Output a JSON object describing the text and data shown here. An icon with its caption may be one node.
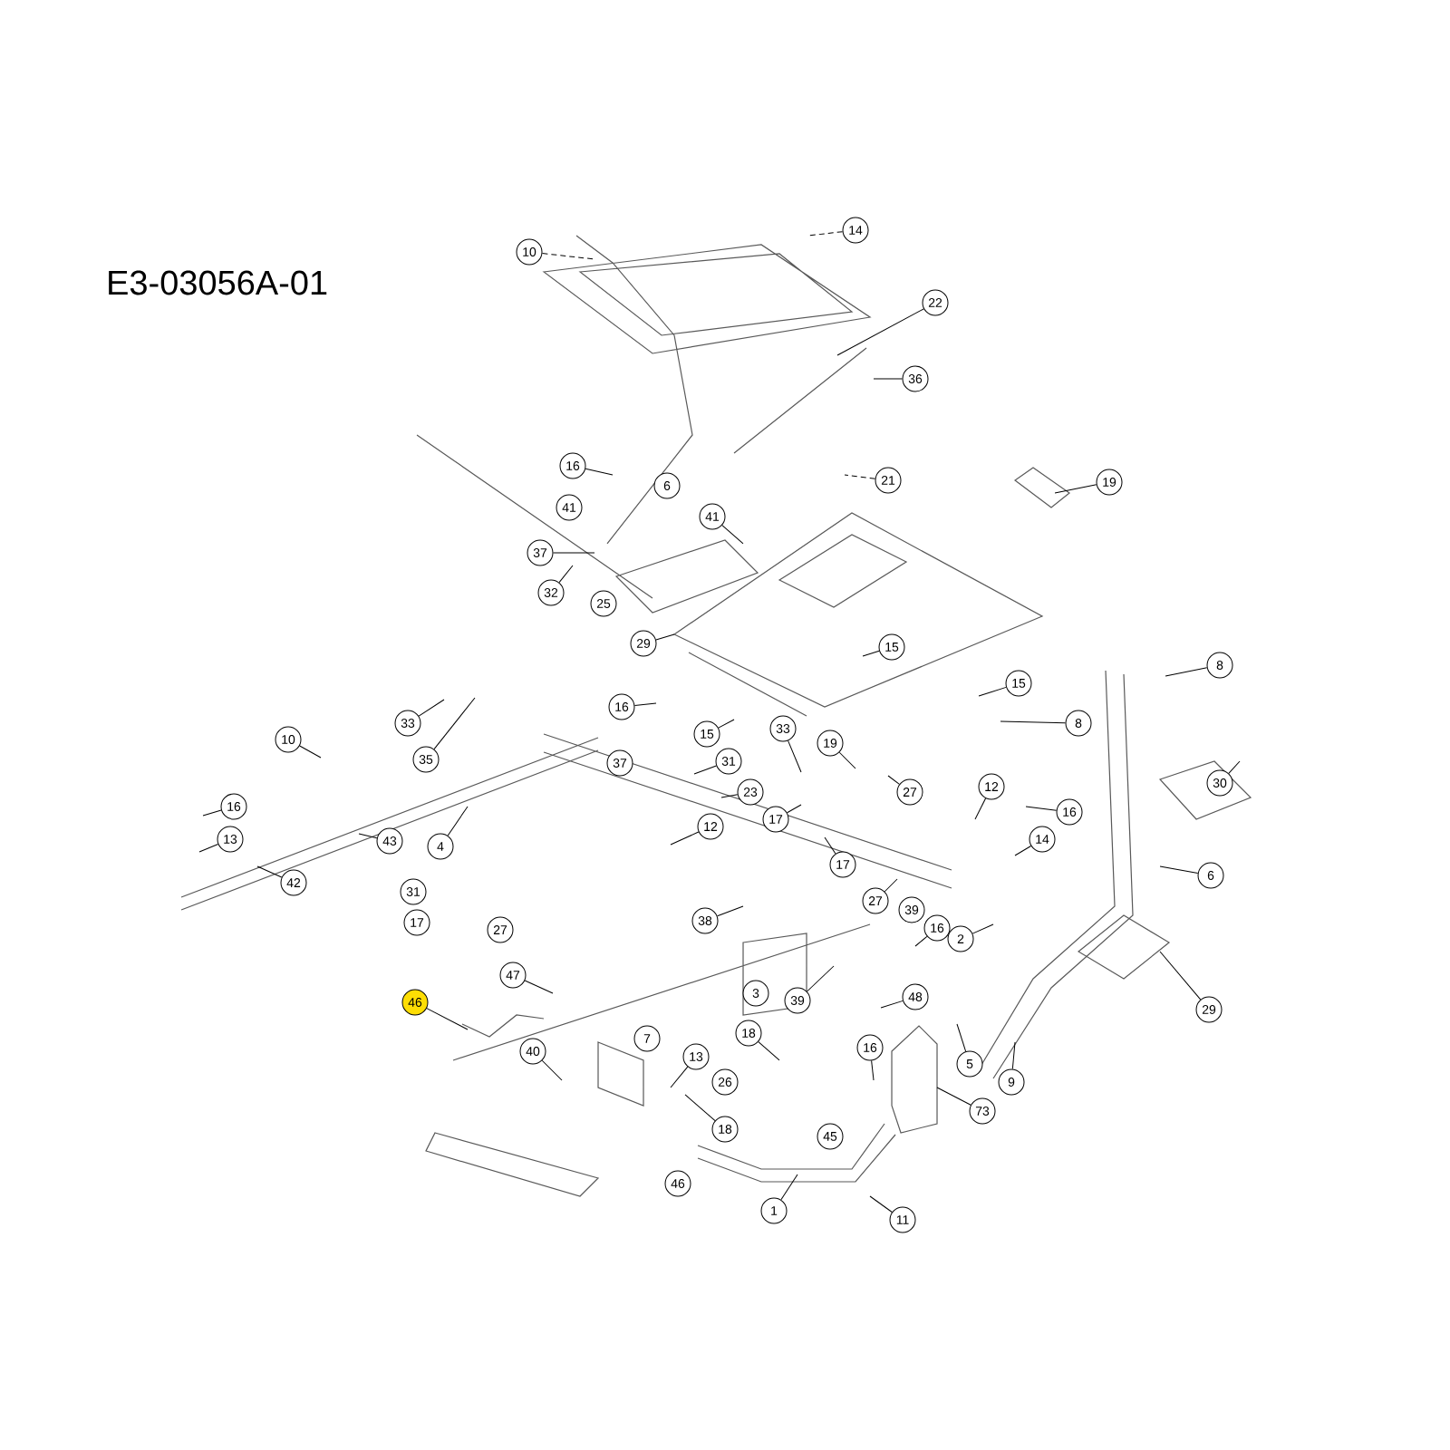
{
  "diagram": {
    "title": "E3-03056A-01",
    "nodes": [
      {
        "text": [
          "10"
        ]
      },
      {
        "text": [
          "14"
        ]
      },
      {
        "text": [
          "22"
        ]
      },
      {
        "text": [
          "36"
        ]
      },
      {
        "text": [
          "16"
        ]
      },
      {
        "text": [
          "6"
        ]
      },
      {
        "text": [
          "21"
        ]
      },
      {
        "text": [
          "41"
        ]
      },
      {
        "text": [
          "41"
        ]
      },
      {
        "text": [
          "19"
        ]
      },
      {
        "text": [
          "37"
        ]
      },
      {
        "text": [
          "32"
        ]
      },
      {
        "text": [
          "25"
        ]
      },
      {
        "text": [
          "29"
        ]
      },
      {
        "text": [
          "15"
        ]
      },
      {
        "text": [
          "16"
        ]
      },
      {
        "text": [
          "15"
        ]
      },
      {
        "text": [
          "8"
        ]
      },
      {
        "text": [
          "8"
        ]
      },
      {
        "text": [
          "33"
        ]
      },
      {
        "text": [
          "35"
        ]
      },
      {
        "text": [
          "10"
        ]
      },
      {
        "text": [
          "37"
        ]
      },
      {
        "text": [
          "15"
        ]
      },
      {
        "text": [
          "31"
        ]
      },
      {
        "text": [
          "33"
        ]
      },
      {
        "text": [
          "19"
        ]
      },
      {
        "text": [
          "30"
        ]
      },
      {
        "text": [
          "16"
        ]
      },
      {
        "text": [
          "13"
        ]
      },
      {
        "text": [
          "43"
        ]
      },
      {
        "text": [
          "42"
        ]
      },
      {
        "text": [
          "4"
        ]
      },
      {
        "text": [
          "23"
        ]
      },
      {
        "text": [
          "17"
        ]
      },
      {
        "text": [
          "27"
        ]
      },
      {
        "text": [
          "12"
        ]
      },
      {
        "text": [
          "16"
        ]
      },
      {
        "text": [
          "14"
        ]
      },
      {
        "text": [
          "12"
        ]
      },
      {
        "text": [
          "17"
        ]
      },
      {
        "text": [
          "6"
        ]
      },
      {
        "text": [
          "31"
        ]
      },
      {
        "text": [
          "17"
        ]
      },
      {
        "text": [
          "27"
        ]
      },
      {
        "text": [
          "38"
        ]
      },
      {
        "text": [
          "27"
        ]
      },
      {
        "text": [
          "39"
        ]
      },
      {
        "text": [
          "16"
        ]
      },
      {
        "text": [
          "2"
        ]
      },
      {
        "text": [
          "47"
        ]
      },
      {
        "text": [
          "3"
        ]
      },
      {
        "text": [
          "46"
        ]
      },
      {
        "text": [
          "39"
        ]
      },
      {
        "text": [
          "48"
        ]
      },
      {
        "text": [
          "29"
        ]
      },
      {
        "text": [
          "7"
        ]
      },
      {
        "text": [
          "18"
        ]
      },
      {
        "text": [
          "40"
        ]
      },
      {
        "text": [
          "13"
        ]
      },
      {
        "text": [
          "16"
        ]
      },
      {
        "text": [
          "5"
        ]
      },
      {
        "text": [
          "9"
        ]
      },
      {
        "text": [
          "26"
        ]
      },
      {
        "text": [
          "73"
        ]
      },
      {
        "text": [
          "18"
        ]
      },
      {
        "text": [
          "45"
        ]
      },
      {
        "text": [
          "46"
        ]
      },
      {
        "text": [
          "1"
        ]
      },
      {
        "text": [
          "11"
        ]
      }
    ],
    "edges": [
      {
        "from": 0,
        "to": null,
        "arrow": "none",
        "style": "dashed"
      },
      {
        "from": 1,
        "to": null,
        "arrow": "none",
        "style": "dashed"
      },
      {
        "from": 2,
        "to": null,
        "arrow": "none"
      },
      {
        "from": 3,
        "to": null,
        "arrow": "none"
      },
      {
        "from": 4,
        "to": null,
        "arrow": "none"
      },
      {
        "from": 6,
        "to": null,
        "arrow": "none",
        "style": "dashed"
      },
      {
        "from": 8,
        "to": null,
        "arrow": "none"
      },
      {
        "from": 9,
        "to": null,
        "arrow": "none"
      },
      {
        "from": 10,
        "to": null,
        "arrow": "none"
      },
      {
        "from": 11,
        "to": null,
        "arrow": "none"
      },
      {
        "from": 13,
        "to": null,
        "arrow": "none"
      },
      {
        "from": 14,
        "to": null,
        "arrow": "none"
      },
      {
        "from": 15,
        "to": null,
        "arrow": "none"
      },
      {
        "from": 16,
        "to": null,
        "arrow": "none"
      },
      {
        "from": 17,
        "to": null,
        "arrow": "none"
      },
      {
        "from": 18,
        "to": null,
        "arrow": "none"
      },
      {
        "from": 19,
        "to": null,
        "arrow": "none"
      },
      {
        "from": 20,
        "to": null,
        "arrow": "none"
      },
      {
        "from": 21,
        "to": null,
        "arrow": "none"
      },
      {
        "from": 23,
        "to": null,
        "arrow": "none"
      },
      {
        "from": 24,
        "to": null,
        "arrow": "none"
      },
      {
        "from": 25,
        "to": null,
        "arrow": "none"
      },
      {
        "from": 26,
        "to": null,
        "arrow": "none"
      },
      {
        "from": 27,
        "to": null,
        "arrow": "none"
      },
      {
        "from": 28,
        "to": null,
        "arrow": "none"
      },
      {
        "from": 29,
        "to": null,
        "arrow": "none"
      },
      {
        "from": 30,
        "to": null,
        "arrow": "none"
      },
      {
        "from": 31,
        "to": null,
        "arrow": "none"
      },
      {
        "from": 32,
        "to": null,
        "arrow": "none"
      },
      {
        "from": 33,
        "to": null,
        "arrow": "none"
      },
      {
        "from": 34,
        "to": null,
        "arrow": "none"
      },
      {
        "from": 35,
        "to": null,
        "arrow": "none"
      },
      {
        "from": 36,
        "to": null,
        "arrow": "none"
      },
      {
        "from": 37,
        "to": null,
        "arrow": "none"
      },
      {
        "from": 38,
        "to": null,
        "arrow": "none"
      },
      {
        "from": 39,
        "to": null,
        "arrow": "none"
      },
      {
        "from": 40,
        "to": null,
        "arrow": "none"
      },
      {
        "from": 41,
        "to": null,
        "arrow": "none"
      },
      {
        "from": 45,
        "to": null,
        "arrow": "none"
      },
      {
        "from": 46,
        "to": null,
        "arrow": "none"
      },
      {
        "from": 48,
        "to": null,
        "arrow": "none"
      },
      {
        "from": 49,
        "to": null,
        "arrow": "none"
      },
      {
        "from": 50,
        "to": null,
        "arrow": "none"
      },
      {
        "from": 52,
        "to": null,
        "arrow": "none"
      },
      {
        "from": 53,
        "to": null,
        "arrow": "none"
      },
      {
        "from": 54,
        "to": null,
        "arrow": "none"
      },
      {
        "from": 55,
        "to": null,
        "arrow": "none"
      },
      {
        "from": 57,
        "to": null,
        "arrow": "none"
      },
      {
        "from": 58,
        "to": null,
        "arrow": "none"
      },
      {
        "from": 59,
        "to": null,
        "arrow": "none"
      },
      {
        "from": 60,
        "to": null,
        "arrow": "none"
      },
      {
        "from": 61,
        "to": null,
        "arrow": "none"
      },
      {
        "from": 62,
        "to": null,
        "arrow": "none"
      },
      {
        "from": 64,
        "to": null,
        "arrow": "none"
      },
      {
        "from": 65,
        "to": null,
        "arrow": "none"
      },
      {
        "from": 68,
        "to": null,
        "arrow": "none"
      },
      {
        "from": 69,
        "to": null,
        "arrow": "none"
      }
    ]
  }
}
